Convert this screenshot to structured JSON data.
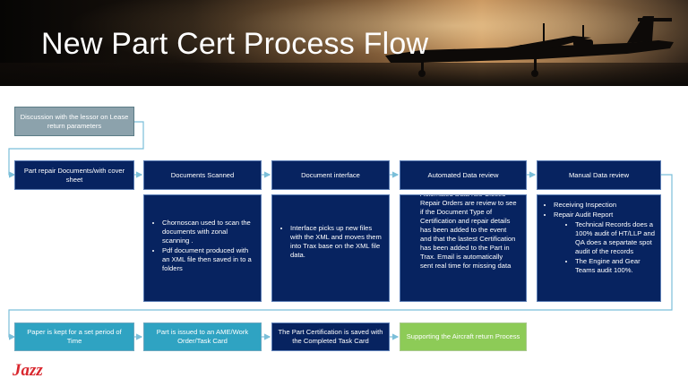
{
  "slide": {
    "title": "New Part Cert Process Flow"
  },
  "colors": {
    "navy": "#072360",
    "teal": "#2fa3c2",
    "green": "#8dcb57",
    "gray": "#8ca2ac",
    "connector": "#7bbfd9",
    "logo_red": "#d9272e"
  },
  "flow": {
    "start": "Discussion with the lessor on Lease return parameters",
    "row1": [
      "Part repair Documents/with cover sheet",
      "Documents Scanned",
      "Document interface",
      "Automated Data review",
      "Manual Data review"
    ],
    "details": {
      "scanned": [
        "Chornoscan used to scan the documents with zonal scanning .",
        "Pdf document produced with an XML file then saved in to a folders"
      ],
      "interface": [
        "Interface picks up new files with the XML and moves them into Trax base on the XML file data."
      ],
      "automated": "Automated Data rule Closed Repair Orders are review to see if the Document Type of Certification and repair details has been added to the event and that the lastest Certification has been added to the Part in Trax. Email is automatically sent real time for missing data",
      "manual": {
        "items": [
          "Receiving Inspection",
          "Repair Audit Report"
        ],
        "subitems": [
          "Technical Records does a 100% audit of HT/LLP and QA does a separtate spot audit of the records",
          "The Engine and Gear Teams audit 100%."
        ]
      }
    },
    "row2": [
      "Paper is kept for a set period of Time",
      "Part is issued to an AME/Work Order/Task Card",
      "The Part Certification is saved with the Completed Task Card",
      "Supporting the Aircraft return Process"
    ]
  },
  "logo": {
    "text": "Jazz",
    "icon": "jazz-logo"
  }
}
